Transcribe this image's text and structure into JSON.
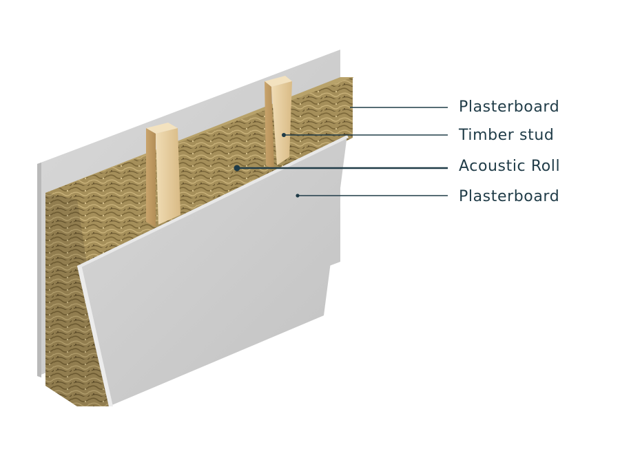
{
  "callouts": [
    {
      "label": "Plasterboard"
    },
    {
      "label": "Timber stud"
    },
    {
      "label": "Acoustic Roll"
    },
    {
      "label": "Plasterboard"
    }
  ],
  "colors": {
    "label_text": "#1f3b47",
    "leader_line": "#1f3b47",
    "plasterboard": "#cfcfcf",
    "insulation": "#a8925c",
    "timber": "#e3c99a"
  }
}
